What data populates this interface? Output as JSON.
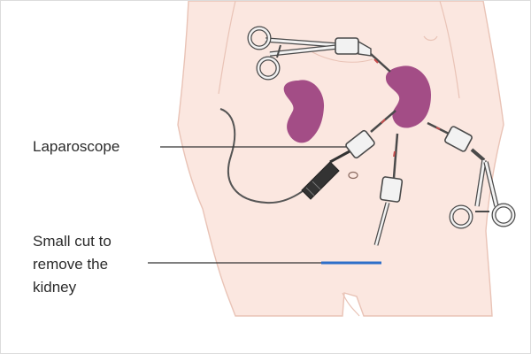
{
  "labels": {
    "laparoscope": "Laparoscope",
    "cut_line1": "Small cut to",
    "cut_line2": "remove the",
    "cut_line3": "kidney"
  },
  "colors": {
    "skin": "#fbe7e0",
    "skin_outline": "#e9c3b6",
    "kidney": "#a34d86",
    "instrument_fill": "#f2f2f2",
    "instrument_outline": "#4a4a4a",
    "scope_body": "#333333",
    "incision": "#2d6fc9",
    "leader_line": "#333333"
  }
}
